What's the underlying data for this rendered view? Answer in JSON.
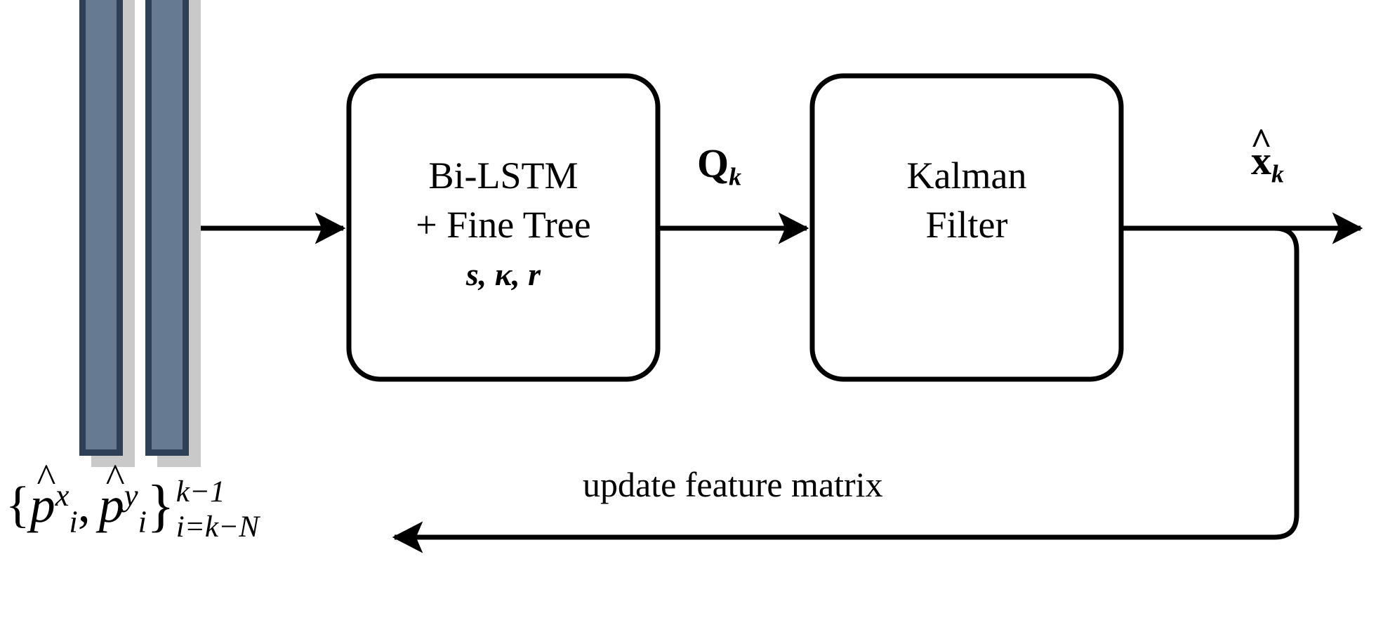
{
  "diagram": {
    "title": "Bi-LSTM + Fine Tree adaptive Kalman Filter block diagram",
    "type": "block-diagram",
    "background_color": "#ffffff",
    "line_color": "#000000"
  },
  "input": {
    "name": "feature-matrix-bars",
    "bar_fill_color": "#667b91",
    "bar_border_color": "#2e4057",
    "bar_shadow_color": "#c9c9c9",
    "bar_count": 2,
    "caption": {
      "open_brace": "{",
      "term_1_symbol": "p",
      "term_1_hat": "^",
      "term_1_superscript": "x",
      "term_1_subscript": "i",
      "separator": ",",
      "term_2_symbol": "p",
      "term_2_hat": "^",
      "term_2_superscript": "y",
      "term_2_subscript": "i",
      "close_brace": "}",
      "upper_limit": "k−1",
      "lower_limit": "i=k−N"
    }
  },
  "blocks": [
    {
      "id": "bi-lstm-fine-tree",
      "line_1": "Bi-LSTM",
      "line_2": "+ Fine Tree",
      "parameters": "s, κ, r"
    },
    {
      "id": "kalman-filter",
      "line_1": "Kalman",
      "line_2": "Filter",
      "parameters": ""
    }
  ],
  "signals": {
    "input_arrow": {
      "label": ""
    },
    "q_label": {
      "symbol": "Q",
      "subscript": "k"
    },
    "output_label": {
      "symbol": "x",
      "hat": "^",
      "subscript": "k"
    },
    "feedback_label": "update feature matrix"
  }
}
